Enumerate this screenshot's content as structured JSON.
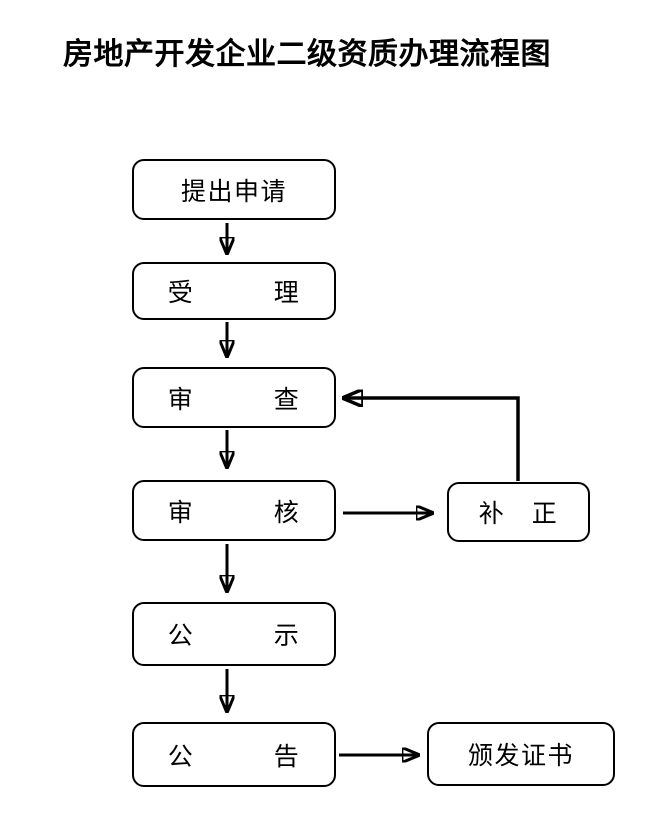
{
  "title": {
    "text": "房地产开发企业二级资质办理流程图"
  },
  "flowchart": {
    "line_color": "#000000",
    "box_border_color": "#000000",
    "box_fill": "#ffffff",
    "nodes": [
      {
        "id": "submit-application",
        "label": "提出申请"
      },
      {
        "id": "acceptance",
        "label": "受　　　理"
      },
      {
        "id": "examination",
        "label": "审　　　查"
      },
      {
        "id": "review",
        "label": "审　　　核"
      },
      {
        "id": "public-notice",
        "label": "公　　　示"
      },
      {
        "id": "announcement",
        "label": "公　　　告"
      },
      {
        "id": "correction",
        "label": "补　正"
      },
      {
        "id": "issue-certificate",
        "label": "颁发证书"
      }
    ],
    "edges": [
      {
        "from": "提出申请",
        "to": "受理"
      },
      {
        "from": "受理",
        "to": "审查"
      },
      {
        "from": "审查",
        "to": "审核"
      },
      {
        "from": "审核",
        "to": "公示"
      },
      {
        "from": "公示",
        "to": "公告"
      },
      {
        "from": "审核",
        "to": "补正"
      },
      {
        "from": "补正",
        "to": "审查"
      },
      {
        "from": "公告",
        "to": "颁发证书"
      }
    ]
  }
}
